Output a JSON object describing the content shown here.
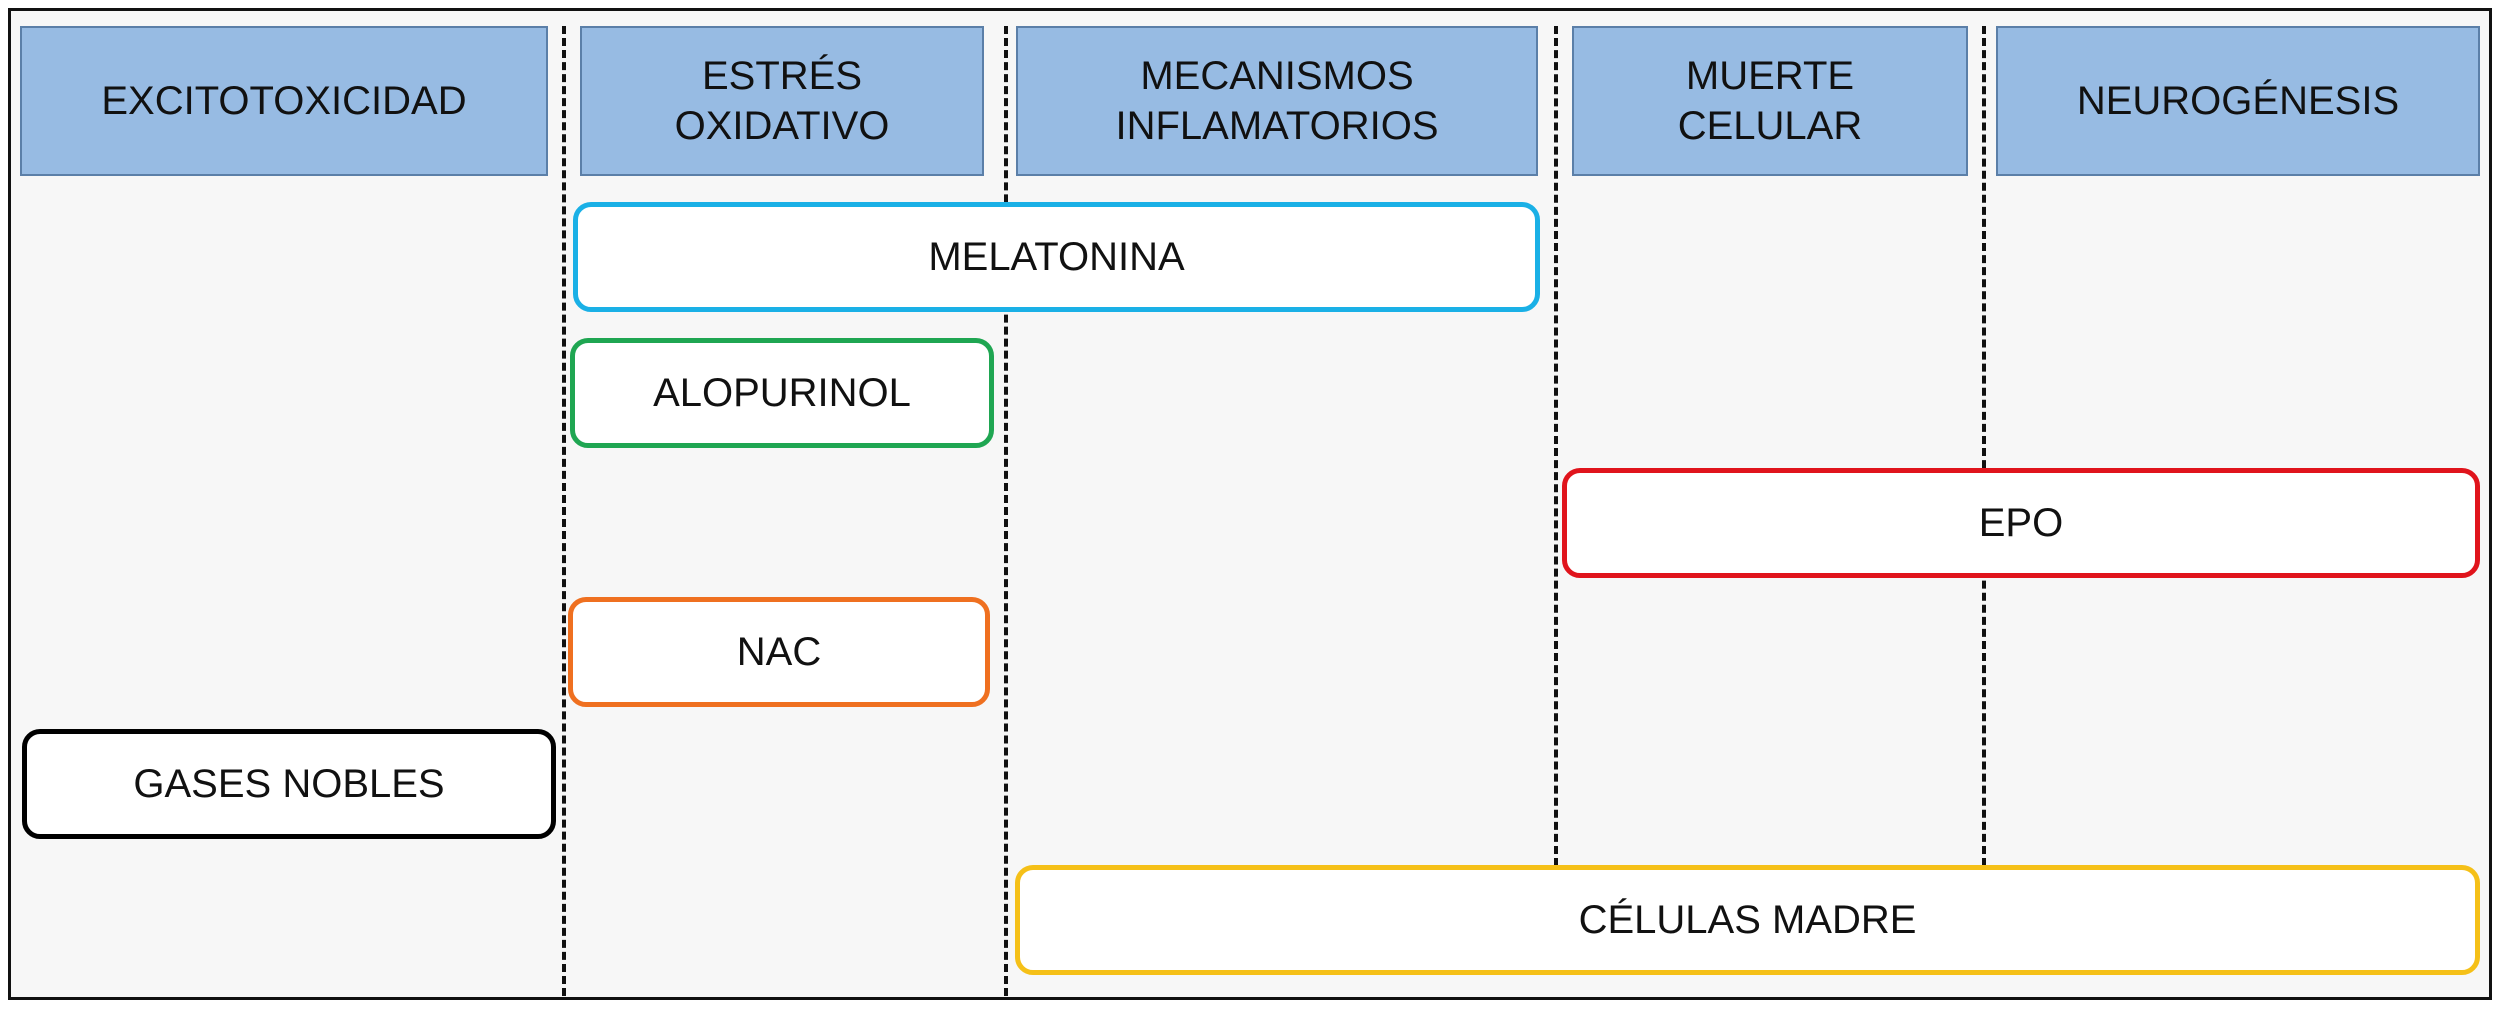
{
  "columns": [
    {
      "label": "EXCITOTOXICIDAD"
    },
    {
      "label": "ESTRÉS\nOXIDATIVO"
    },
    {
      "label": "MECANISMOS\nINFLAMATORIOS"
    },
    {
      "label": "MUERTE\nCELULAR"
    },
    {
      "label": "NEUROGÉNESIS"
    }
  ],
  "therapies": [
    {
      "label": "MELATONINA",
      "color": "#1ab0e6"
    },
    {
      "label": "ALOPURINOL",
      "color": "#1fa652"
    },
    {
      "label": "EPO",
      "color": "#e0141c"
    },
    {
      "label": "NAC",
      "color": "#ef7020"
    },
    {
      "label": "GASES NOBLES",
      "color": "#000000"
    },
    {
      "label": "CÉLULAS MADRE",
      "color": "#f5c018"
    }
  ]
}
